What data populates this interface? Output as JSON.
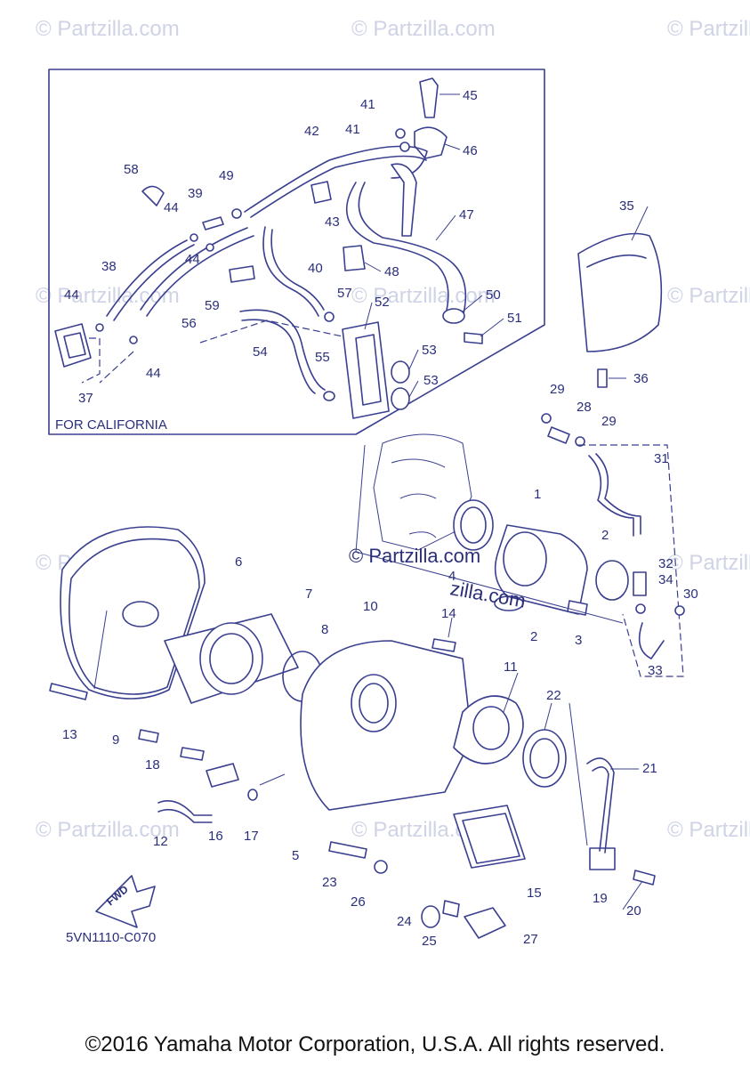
{
  "diagram_code": "5VN1110-C070",
  "inset_label": "FOR CALIFORNIA",
  "fwd_label": "FWD",
  "copyright": "©2016 Yamaha Motor Corporation, U.S.A. All rights reserved.",
  "watermark": "© Partzilla.com",
  "center_watermark": "© Partzilla.com",
  "colors": {
    "line": "#3a3f8f",
    "label": "#2b2f7a",
    "watermark": "#cfd3e6"
  },
  "callouts": [
    "1",
    "2",
    "2",
    "3",
    "4",
    "5",
    "6",
    "7",
    "8",
    "9",
    "10",
    "11",
    "12",
    "13",
    "14",
    "15",
    "16",
    "17",
    "18",
    "19",
    "20",
    "21",
    "22",
    "23",
    "24",
    "25",
    "26",
    "27",
    "28",
    "29",
    "29",
    "30",
    "31",
    "32",
    "33",
    "34",
    "35",
    "36",
    "37",
    "38",
    "39",
    "40",
    "41",
    "41",
    "42",
    "43",
    "44",
    "44",
    "44",
    "44",
    "45",
    "46",
    "47",
    "48",
    "49",
    "50",
    "51",
    "52",
    "53",
    "53",
    "54",
    "55",
    "56",
    "57",
    "58",
    "59"
  ]
}
